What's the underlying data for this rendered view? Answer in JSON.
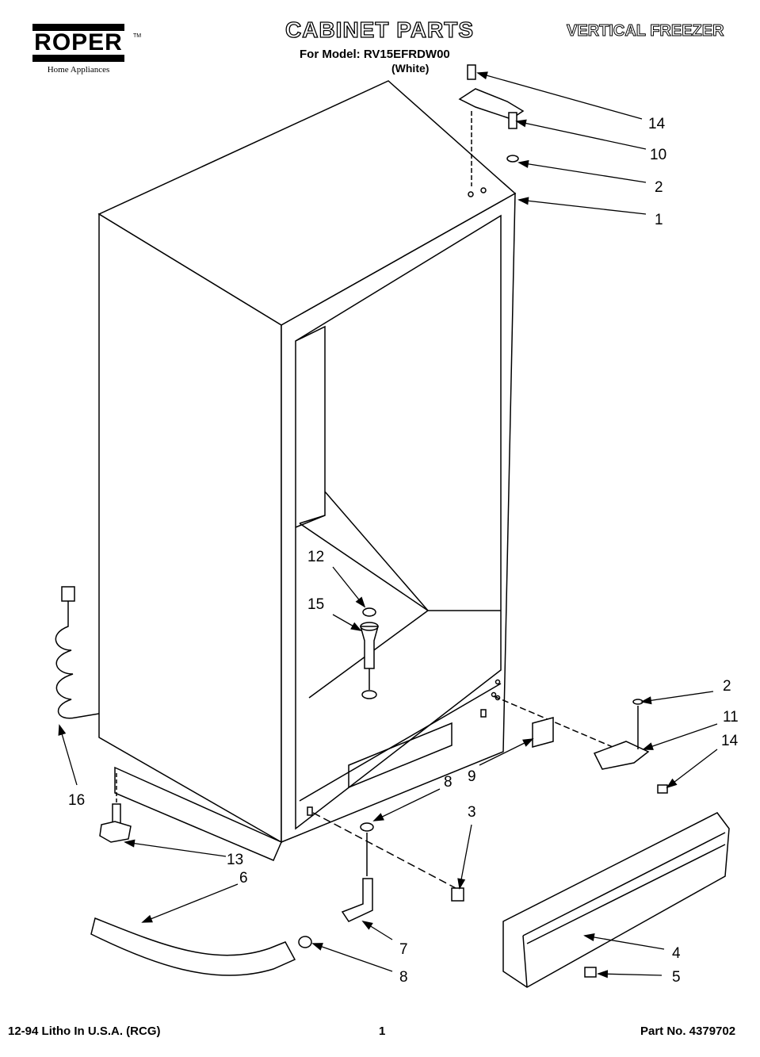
{
  "header": {
    "brand": "ROPER",
    "brand_tm": "TM",
    "brand_sub": "Home Appliances",
    "title": "CABINET PARTS",
    "model_line": "For Model: RV15EFRDW00",
    "variant": "(White)",
    "product": "VERTICAL FREEZER"
  },
  "callouts": [
    "14",
    "10",
    "2",
    "1",
    "12",
    "15",
    "16",
    "13",
    "6",
    "2",
    "11",
    "14",
    "9",
    "8",
    "3",
    "4",
    "5",
    "7",
    "8"
  ],
  "footer": {
    "print_info": "12-94 Litho In U.S.A. (RCG)",
    "page": "1",
    "part_no": "Part No. 4379702"
  }
}
